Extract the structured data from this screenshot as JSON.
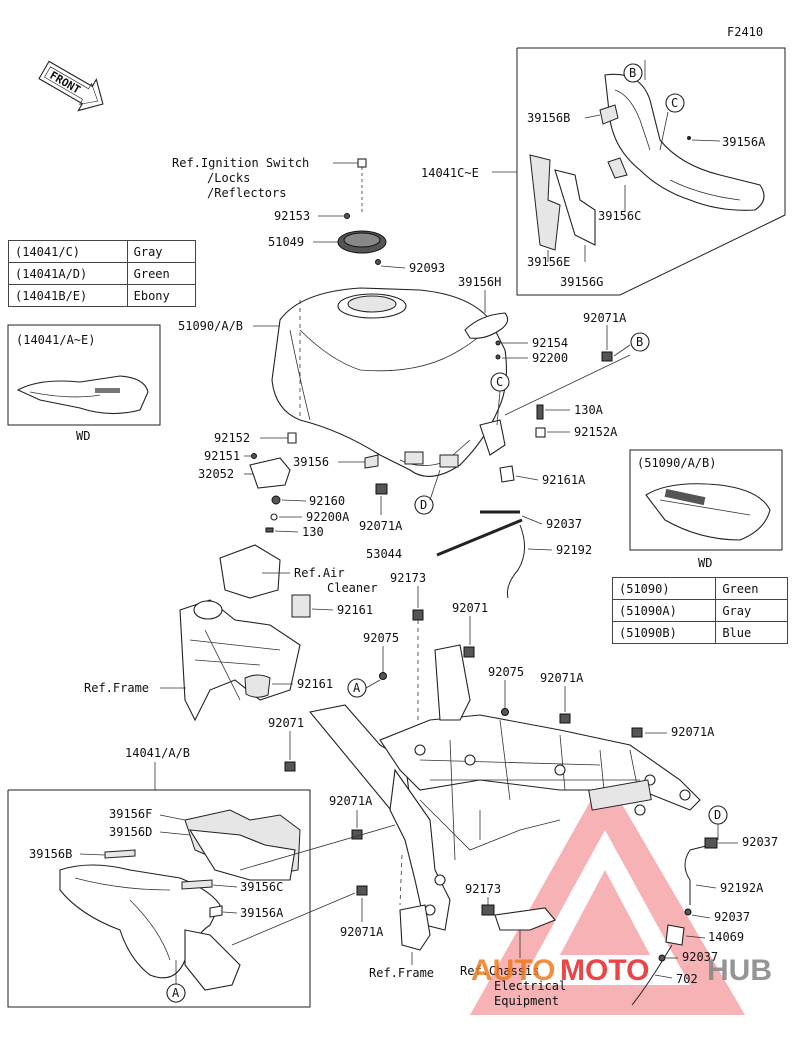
{
  "figure_code": "F2410",
  "front_label": "FRONT",
  "circles": {
    "A": "A",
    "B": "B",
    "C": "C",
    "D": "D"
  },
  "labels": {
    "ref_ignition": "Ref.Ignition Switch",
    "ref_locks": "/Locks",
    "ref_reflectors": "/Reflectors",
    "p92153": "92153",
    "p51049": "51049",
    "p92093": "92093",
    "p39156H": "39156H",
    "p51090": "51090/A/B",
    "p92154": "92154",
    "p92200": "92200",
    "p92071A_top": "92071A",
    "p130A": "130A",
    "p92152A": "92152A",
    "p92152": "92152",
    "p92151": "92151",
    "p32052": "32052",
    "p39156": "39156",
    "p92161A": "92161A",
    "p92160": "92160",
    "p92200A": "92200A",
    "p130": "130",
    "p92071A_mid": "92071A",
    "p92037_a": "92037",
    "p53044": "53044",
    "p92192": "92192",
    "ref_air": "Ref.Air",
    "ref_air2": "Cleaner",
    "p92173_top": "92173",
    "p92161_a": "92161",
    "p92071_a": "92071",
    "p92075_a": "92075",
    "p92075_b": "92075",
    "p92071A_r1": "92071A",
    "p92161_b": "92161",
    "ref_frame_left": "Ref.Frame",
    "p92071_b": "92071",
    "p92071A_r2": "92071A",
    "p14041AB": "14041/A/B",
    "p92071A_l1": "92071A",
    "p39156F": "39156F",
    "p39156D": "39156D",
    "p39156B_b": "39156B",
    "p39156C_b": "39156C",
    "p39156A_b": "39156A",
    "p92071A_l2": "92071A",
    "ref_frame_bottom": "Ref.Frame",
    "p92173_b": "92173",
    "ref_chassis": "Ref.Chassis",
    "ref_elec": "Electrical",
    "ref_equip": "Equipment",
    "p92037_b": "92037",
    "p92192A": "92192A",
    "p92037_c": "92037",
    "p14069": "14069",
    "p92037_d": "92037",
    "p702": "702",
    "p14041CE": "14041C~E",
    "p39156B_t": "39156B",
    "p39156A_t": "39156A",
    "p39156C_t": "39156C",
    "p39156E": "39156E",
    "p39156G": "39156G",
    "wd_cover_title": "(14041/A~E)",
    "wd_cover": "WD",
    "wd_tank_title": "(51090/A/B)",
    "wd_tank": "WD"
  },
  "color_table_cover": [
    [
      "(14041/C)",
      "Gray"
    ],
    [
      "(14041A/D)",
      "Green"
    ],
    [
      "(14041B/E)",
      "Ebony"
    ]
  ],
  "color_table_tank": [
    [
      "(51090)",
      "Green"
    ],
    [
      "(51090A)",
      "Gray"
    ],
    [
      "(51090B)",
      "Blue"
    ]
  ],
  "watermark": {
    "part1": "AUTO",
    "part2": "MOTO",
    "part3": "HUB",
    "color1": "#f07a1c",
    "color2": "#e8242a",
    "color3": "#8a8a8a"
  }
}
